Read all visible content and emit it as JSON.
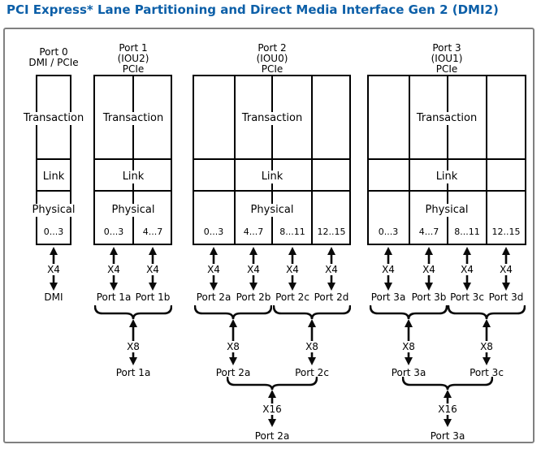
{
  "title": "PCI Express* Lane Partitioning and Direct Media Interface Gen 2 (DMI2)",
  "colors": {
    "title_text": "#0C5FA8",
    "diagram_line": "#000000",
    "frame_border": "#808080"
  },
  "ports": [
    {
      "header": [
        "Port 0",
        "DMI / PCIe"
      ],
      "layers": [
        "Transaction",
        "Link",
        "Physical"
      ],
      "lanes": [
        "0...3"
      ]
    },
    {
      "header": [
        "Port 1",
        "(IOU2)",
        "PCIe"
      ],
      "layers": [
        "Transaction",
        "Link",
        "Physical"
      ],
      "lanes": [
        "0...3",
        "4...7"
      ]
    },
    {
      "header": [
        "Port 2",
        "(IOU0)",
        "PCIe"
      ],
      "layers": [
        "Transaction",
        "Link",
        "Physical"
      ],
      "lanes": [
        "0...3",
        "4...7",
        "8...11",
        "12..15"
      ]
    },
    {
      "header": [
        "Port 3",
        "(IOU1)",
        "PCIe"
      ],
      "layers": [
        "Transaction",
        "Link",
        "Physical"
      ],
      "lanes": [
        "0...3",
        "4...7",
        "8...11",
        "12..15"
      ]
    }
  ],
  "x4_row": {
    "label": "X4",
    "targets": [
      "DMI",
      "Port 1a",
      "Port 1b",
      "Port 2a",
      "Port 2b",
      "Port 2c",
      "Port 2d",
      "Port 3a",
      "Port 3b",
      "Port 3c",
      "Port 3d"
    ]
  },
  "x8_row": {
    "label": "X8",
    "targets": [
      "Port 1a",
      "Port 2a",
      "Port 2c",
      "Port 3a",
      "Port 3c"
    ]
  },
  "x16_row": {
    "label": "X16",
    "targets": [
      "Port 2a",
      "Port 3a"
    ]
  }
}
